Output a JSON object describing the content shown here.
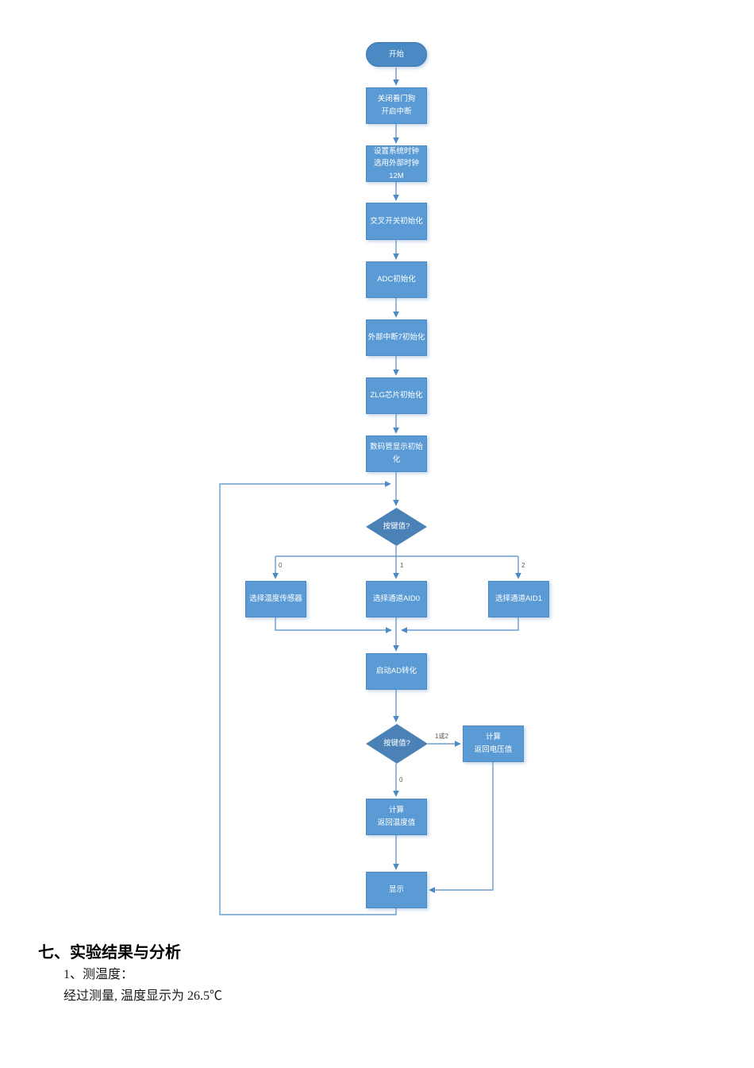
{
  "flowchart": {
    "colors": {
      "process_fill": "#5b9bd5",
      "process_border": "#4a89c4",
      "terminal_fill": "#4a89c4",
      "decision_fill": "#4a82b8",
      "connector": "#4e8ac8",
      "node_text": "#ffffff",
      "edge_label_text": "#595959"
    },
    "nodes": {
      "start": "开始",
      "close_watchdog": "关闭看门狗\n开启中断",
      "set_clock": "设置系统时钟\n选用外部时钟12M",
      "crossbar_init": "交叉开关初始化",
      "adc_init": "ADC初始化",
      "ext_int_init": "外部中断7初始化",
      "zlg_init": "ZLG芯片初始化",
      "digit_display_init": "数码管显示初始化",
      "decision1": "按键值?",
      "branch_temp_sensor": "选择温度传感器",
      "branch_channel_aid0": "选择通道AID0",
      "branch_channel_aid1": "选择通道AID1",
      "start_ad": "启动AD转化",
      "decision2": "按键值?",
      "calc_voltage": "计算\n返回电压值",
      "calc_temp": "计算\n返回温度值",
      "display": "显示"
    },
    "edge_labels": {
      "branch0": "0",
      "branch1": "1",
      "branch2": "2",
      "decision2_right": "1或2",
      "decision2_down": "0"
    }
  },
  "document": {
    "heading": "七、实验结果与分析",
    "line1": "1、测温度：",
    "line2": "经过测量, 温度显示为 26.5℃"
  }
}
